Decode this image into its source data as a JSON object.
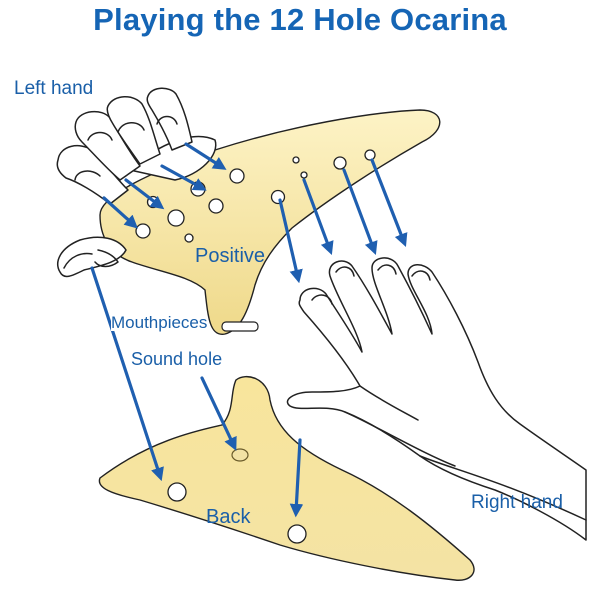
{
  "title": "Playing the 12 Hole Ocarina",
  "labels": {
    "left_hand": "Left hand",
    "positive": "Positive",
    "mouthpieces": "Mouthpieces",
    "sound_hole": "Sound hole",
    "back": "Back",
    "right_hand": "Right hand"
  },
  "colors": {
    "title": "#1565b5",
    "label": "#1a5fa8",
    "arrow": "#1f5fb0",
    "ocarina_fill": "#f6e7a6",
    "ocarina_edge": "#b89a4c",
    "outline": "#222222"
  }
}
